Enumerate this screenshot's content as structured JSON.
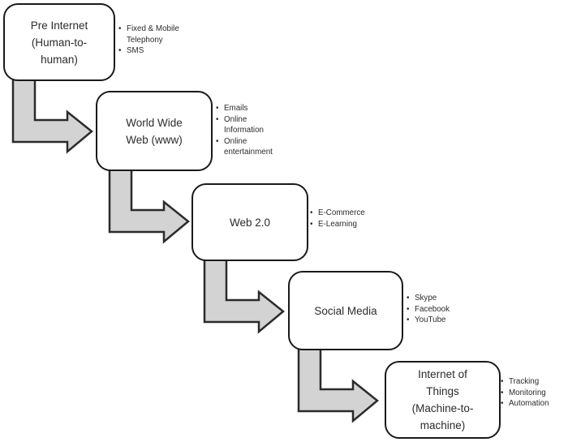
{
  "colors": {
    "background": "#ffffff",
    "box_fill": "#ffffff",
    "box_border": "#1a1a1a",
    "arrow_fill": "#d3d3d4",
    "arrow_stroke": "#2b2b2b",
    "text": "#2b2b2b"
  },
  "diagram": {
    "type": "stepped-evolution-flow",
    "stages": [
      {
        "id": "pre-internet",
        "label": "Pre Internet\n(Human-to-\nhuman)",
        "bullets": [
          "Fixed & Mobile\nTelephony",
          "SMS"
        ]
      },
      {
        "id": "world-wide-web",
        "label": "World Wide\nWeb (www)",
        "bullets": [
          "Emails",
          "Online\nInformation",
          "Online\nentertainment"
        ]
      },
      {
        "id": "web-2-0",
        "label": "Web 2.0",
        "bullets": [
          "E-Commerce",
          "E-Learning"
        ]
      },
      {
        "id": "social-media",
        "label": "Social Media",
        "bullets": [
          "Skype",
          "Facebook",
          "YouTube"
        ]
      },
      {
        "id": "internet-of-things",
        "label": "Internet of\nThings\n(Machine-to-\nmachine)",
        "bullets": [
          "Tracking",
          "Monitoring",
          "Automation"
        ]
      }
    ]
  }
}
